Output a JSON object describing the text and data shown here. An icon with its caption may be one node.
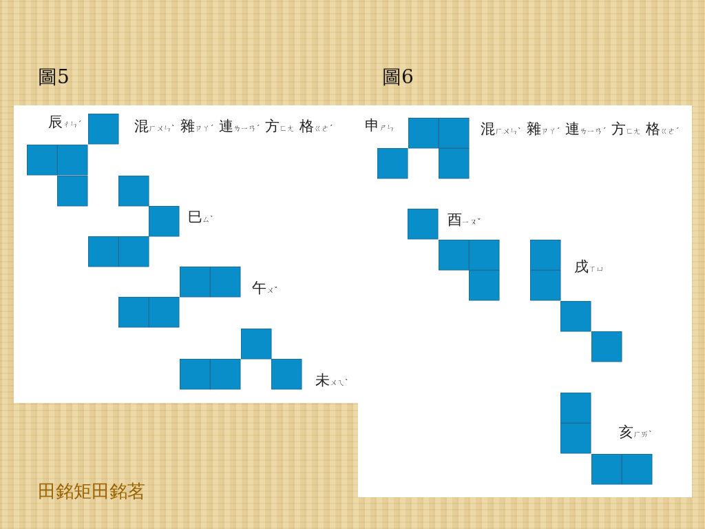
{
  "diagram": {
    "nodes": [
      {
        "text": [
          "圖5",
          "混ㄏㄨㄣˋ",
          "雜ㄗㄚˊ",
          "連ㄌㄧㄢˊ",
          "方ㄈㄤ",
          "格ㄍㄜˊ"
        ]
      },
      {
        "text": [
          "辰ㄔㄣˊ"
        ],
        "in": 0
      },
      {
        "text": [
          "巳ㄙˋ"
        ],
        "in": 0
      },
      {
        "text": [
          "午ㄨˇ"
        ],
        "in": 0
      },
      {
        "text": [
          "未ㄨㄟˋ"
        ],
        "in": 0
      },
      {
        "text": [
          "圖6",
          "混ㄏㄨㄣˋ",
          "雜ㄗㄚˊ",
          "連ㄌㄧㄢˊ",
          "方ㄈㄤ",
          "格ㄍㄜˊ"
        ]
      },
      {
        "text": [
          "申ㄕㄣ"
        ],
        "in": 5
      },
      {
        "text": [
          "酉ㄧㄡˇ"
        ],
        "in": 5
      },
      {
        "text": [
          "戌ㄒㄩ"
        ],
        "in": 5
      },
      {
        "text": [
          "亥ㄏㄞˋ"
        ],
        "in": 5
      }
    ],
    "labels": [
      "田銘矩田銘茗"
    ]
  }
}
